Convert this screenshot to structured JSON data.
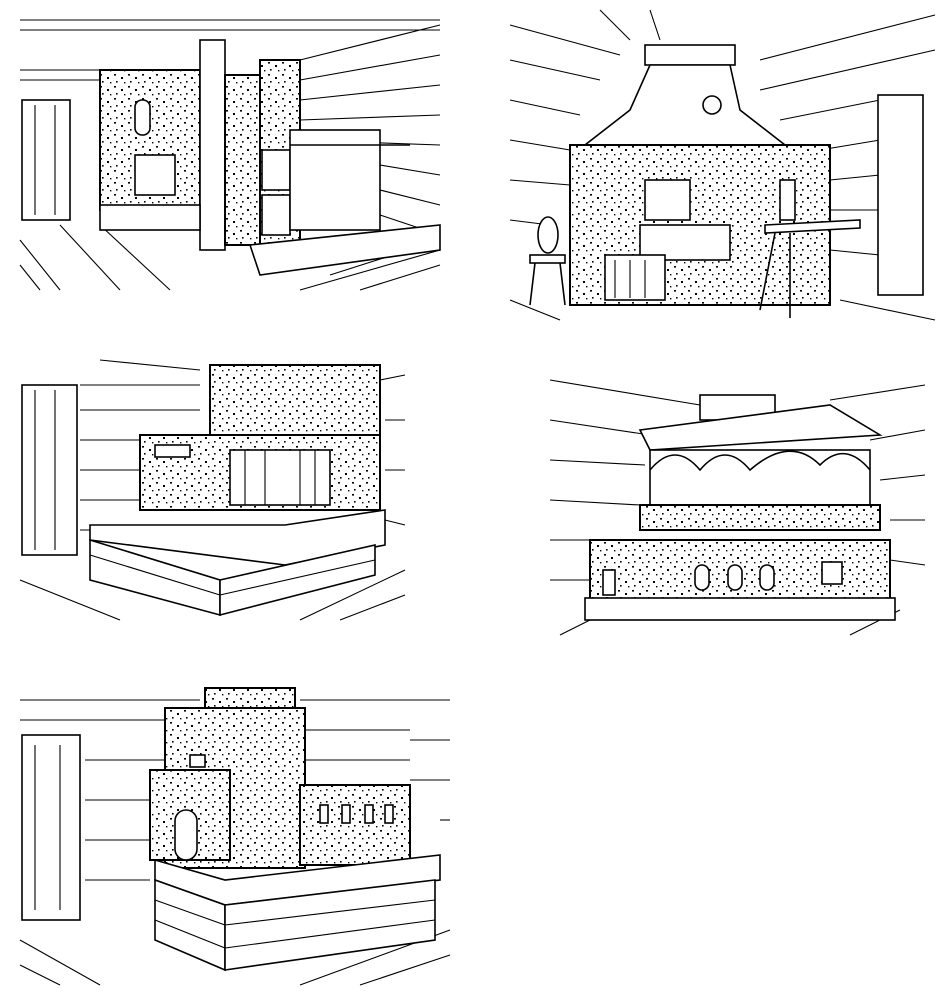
{
  "colors": {
    "ink": "#000000",
    "paper": "#ffffff"
  },
  "panels": [
    {
      "id": "stove-1"
    },
    {
      "id": "stove-2"
    },
    {
      "id": "stove-3"
    },
    {
      "id": "stove-4"
    },
    {
      "id": "stove-5"
    }
  ]
}
